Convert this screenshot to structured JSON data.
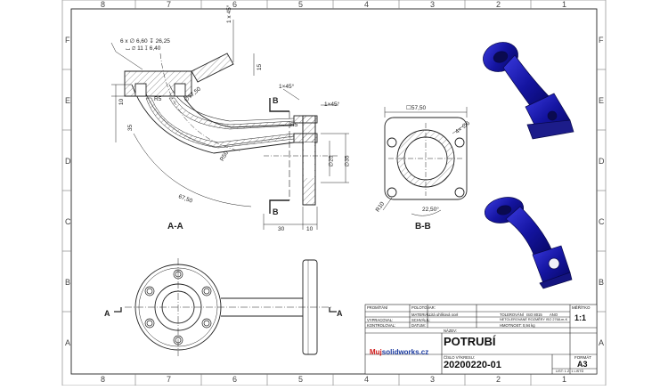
{
  "zones": {
    "top": [
      "8",
      "7",
      "6",
      "5",
      "4",
      "3",
      "2",
      "1"
    ],
    "bottom": [
      "8",
      "7",
      "6",
      "5",
      "4",
      "3",
      "2",
      "1"
    ],
    "side": [
      "F",
      "E",
      "D",
      "C",
      "B",
      "A"
    ]
  },
  "section_aa": {
    "title": "A-A",
    "holes_line1": "6 x ∅ 6,60 ↧ 26,25",
    "holes_line2": "⌴ ∅ 11 ↧ 6,40",
    "chamfer_top": "1 x 45°",
    "dim_15": "15",
    "chamfer_mid": "1×45°",
    "chamfer_right": "1×45°",
    "dim_r5_left": "R5",
    "dim_r5_right": "R5",
    "dim_d77": "∅77,50",
    "dim_r50": "R50",
    "dim_10_left": "10",
    "dim_35": "35",
    "dim_d25": "∅25",
    "dim_d35": "∅35",
    "dim_r67": "67,50",
    "dim_30": "30",
    "dim_10_bottom": "10",
    "cut_b1": "B",
    "cut_b2": "B"
  },
  "section_bb": {
    "title": "B-B",
    "dim_square": "☐57,50",
    "dim_holes": "4× ∅6",
    "dim_r10": "R10",
    "dim_angle": "22,50°"
  },
  "bottom_view": {
    "cut_a_left": "A",
    "cut_a_right": "A"
  },
  "title_block": {
    "promitani_label": "PROMÍTÁNÍ",
    "polotovar_label": "POLOTOVAR:",
    "material_label": "MATERIÁL:",
    "material_value": "Litá uhlíková ocel",
    "tolerovani_label": "TOLEROVÁNÍ",
    "tolerovani_value": "ISO 8015",
    "tolerovani_extra": "ANO",
    "vypracoval_label": "VYPRACOVAL:",
    "schvalil_label": "SCHVÁLIL:",
    "netolerovane_value": "NETOLEROVANÉ ROZMĚRY ISO 2768-m-K",
    "kontroloval_label": "KONTROLOVAL:",
    "datum_label": "DATUM:",
    "hmotnost_value": "HMOTNOST: 0,94 kg",
    "nazev_label": "NÁZEV:",
    "meritko_label": "MĚŘÍTKO",
    "meritko_value": "1:1",
    "part_name": "POTRUBÍ",
    "logo_text_red": "Muj",
    "logo_text_blue": "solidworks.cz",
    "cislo_label": "ČÍSLO VÝKRESU:",
    "drawing_number": "20200220-01",
    "format_label": "FORMÁT",
    "format_value": "A3",
    "list_value": "LIST: 1   Z: 1   LISTŮ"
  },
  "colors": {
    "part_blue": "#1a1aa8",
    "line": "#222222",
    "logo_red": "#d01818",
    "logo_blue": "#1a3aa0"
  }
}
